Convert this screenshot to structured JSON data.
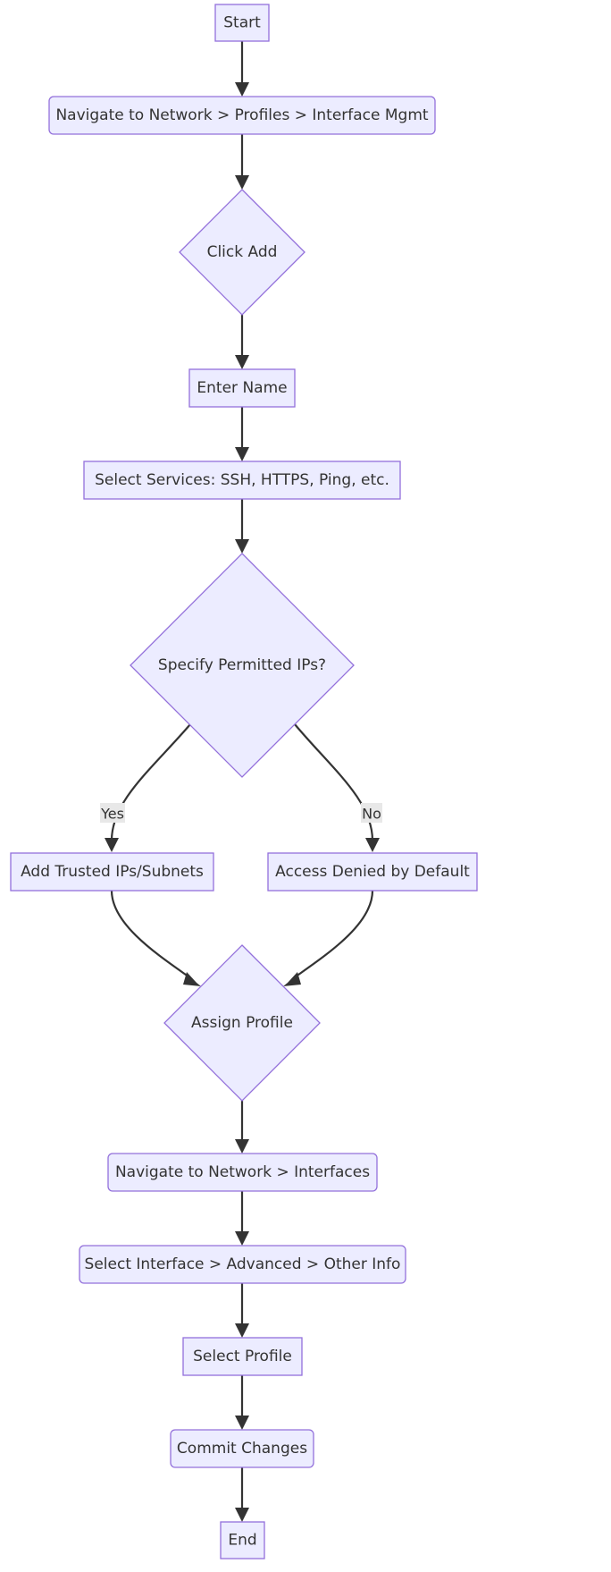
{
  "nodes": {
    "start": "Start",
    "navigate_profiles": "Navigate to Network > Profiles > Interface Mgmt",
    "click_add": "Click Add",
    "enter_name": "Enter Name",
    "select_services": "Select Services: SSH, HTTPS, Ping, etc.",
    "permitted_ips": "Specify Permitted IPs?",
    "add_trusted": "Add Trusted IPs/Subnets",
    "access_denied": "Access Denied by Default",
    "assign_profile": "Assign Profile",
    "navigate_interfaces": "Navigate to Network > Interfaces",
    "select_interface": "Select Interface > Advanced > Other Info",
    "select_profile": "Select Profile",
    "commit": "Commit Changes",
    "end": "End"
  },
  "edges": {
    "yes": "Yes",
    "no": "No"
  },
  "colors": {
    "node_fill": "#ECECFF",
    "node_stroke": "#9370DB",
    "edge": "#333333",
    "label_bg": "#E8E8E8"
  }
}
